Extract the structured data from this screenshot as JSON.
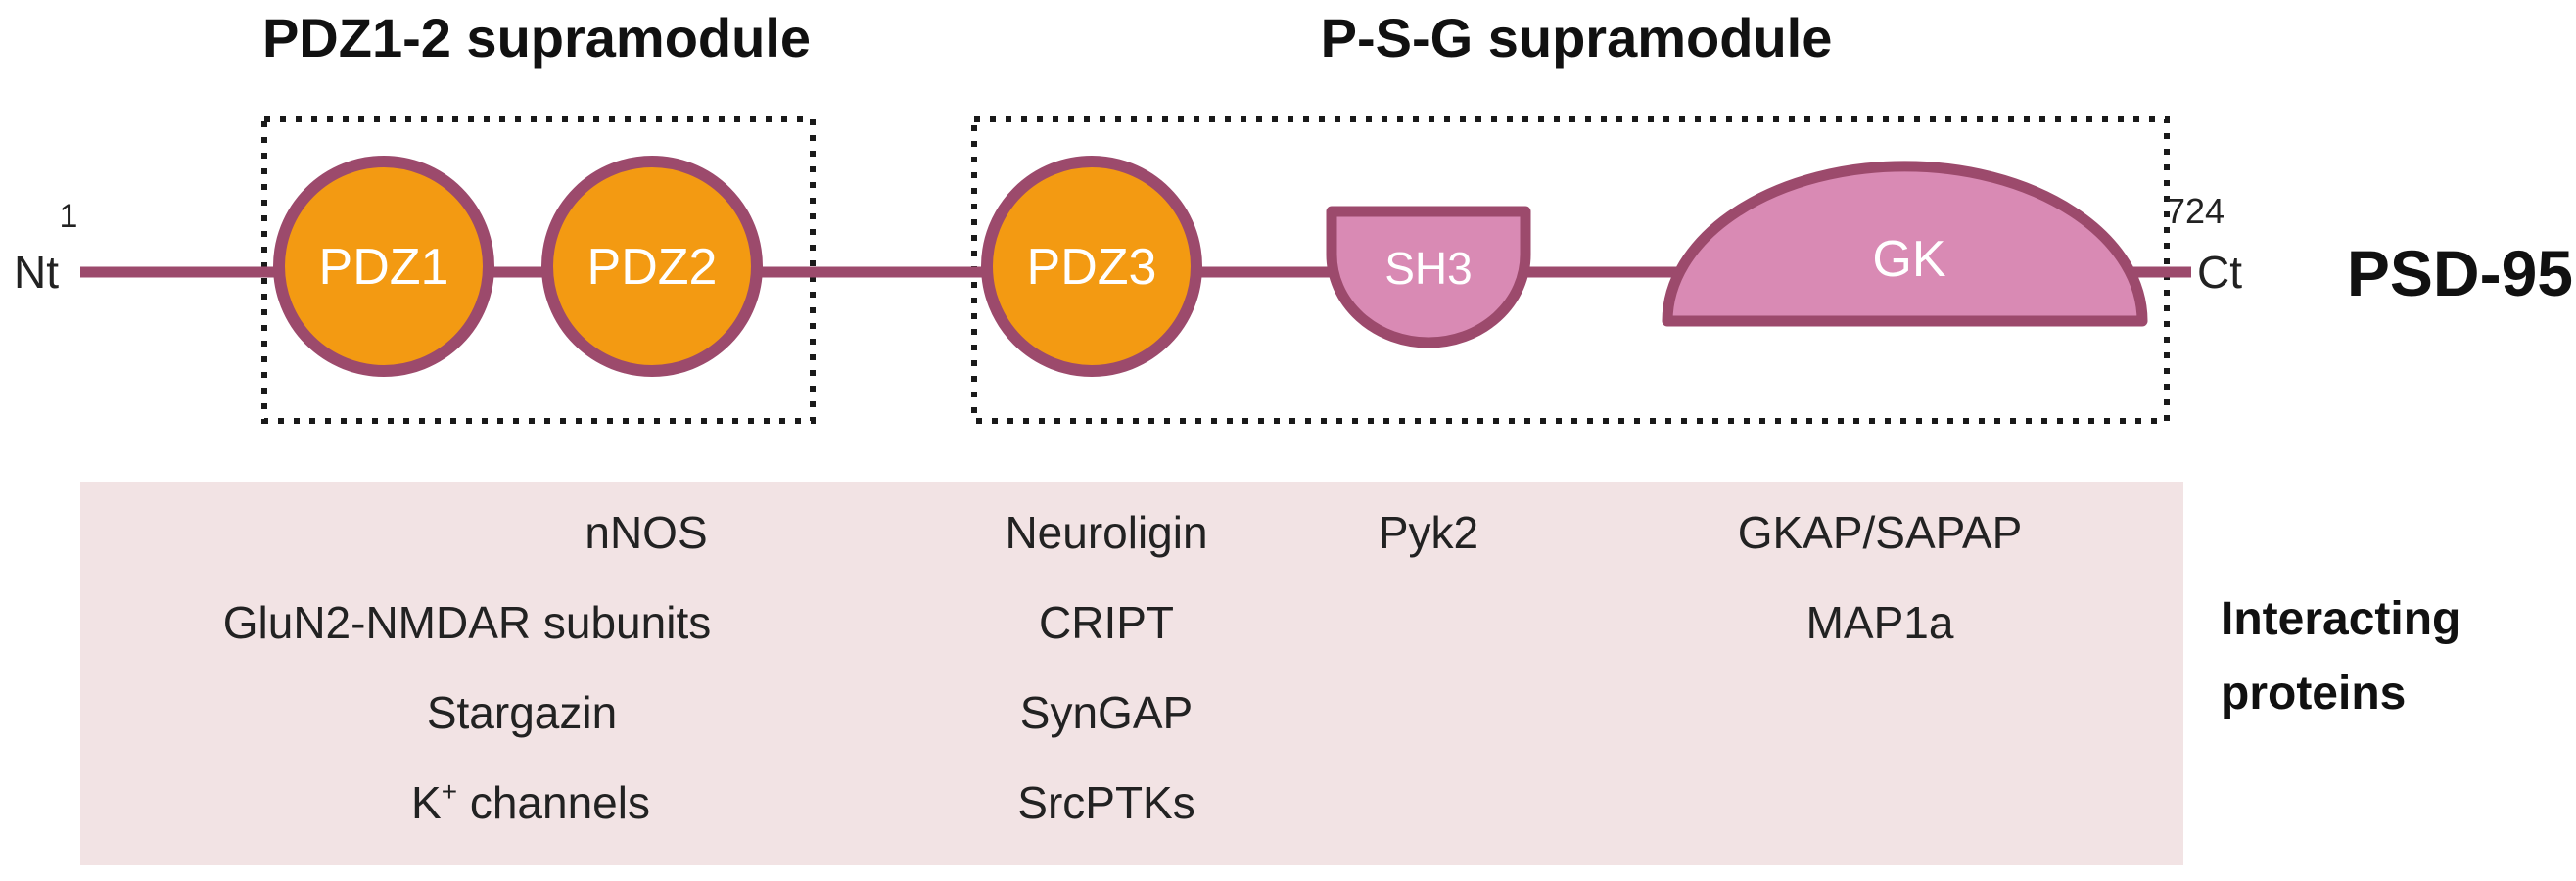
{
  "protein": "PSD-95",
  "supramodules": [
    "PDZ1-2 supramodule",
    "P-S-G supramodule"
  ],
  "termini": {
    "n_label": "Nt",
    "n_index": "1",
    "c_label": "Ct",
    "c_index": "724"
  },
  "domains": {
    "pdz1": "PDZ1",
    "pdz2": "PDZ2",
    "pdz3": "PDZ3",
    "sh3": "SH3",
    "gk": "GK"
  },
  "interacting": {
    "label_line1": "Interacting",
    "label_line2": "proteins",
    "pdz12": {
      "nnos": "nNOS",
      "glun2": "GluN2-NMDAR subunits",
      "stargazin": "Stargazin",
      "k_base": "K",
      "k_sup": "+",
      "k_rest": " channels"
    },
    "pdz3": [
      "Neuroligin",
      "CRIPT",
      "SynGAP",
      "SrcPTKs"
    ],
    "sh3": [
      "Pyk2"
    ],
    "gk": [
      "GKAP/SAPAP",
      "MAP1a"
    ]
  },
  "colors": {
    "backbone": "#9c4a6c",
    "pdz_fill": "#f39a12",
    "sh3_gk_fill": "#d98ab4",
    "panel_bg": "#f2e3e4",
    "dotted_box": "#1a1a1a"
  }
}
